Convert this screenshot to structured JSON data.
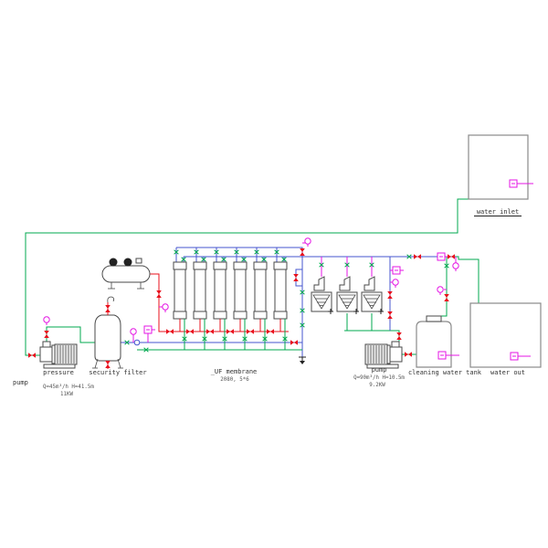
{
  "diagram": {
    "title_domain": "water treatment UF process flow diagram",
    "labels": {
      "pressure": "pressure",
      "pressure_pump_word": "pump",
      "pressure_pump_spec_flow": "Q=45m³/h  H=41.5m",
      "pressure_pump_spec_power": "11KW",
      "security_filter": "security filter",
      "uf_membrane": "_UF membrane",
      "uf_membrane_spec": "2080, 5*6",
      "cip_pump": "pump",
      "cip_pump_spec_flow": "Q=90m³/h  H=10.5m",
      "cip_pump_spec_power": "9.2KW",
      "cleaning_water_tank": "cleaning water tank",
      "water_out": "water out",
      "water_inlet": "water inlet"
    },
    "counts": {
      "membrane_modules": 6,
      "dosing_units": 3
    },
    "colors": {
      "pipe_green": "#00a84f",
      "pipe_blue": "#4556cf",
      "valve_red": "#e8101c",
      "instrument_magenta": "#e416e4",
      "equipment_gray": "#4a4a4a",
      "tank_gray": "#8a8a8a",
      "background": "#ffffff"
    }
  }
}
